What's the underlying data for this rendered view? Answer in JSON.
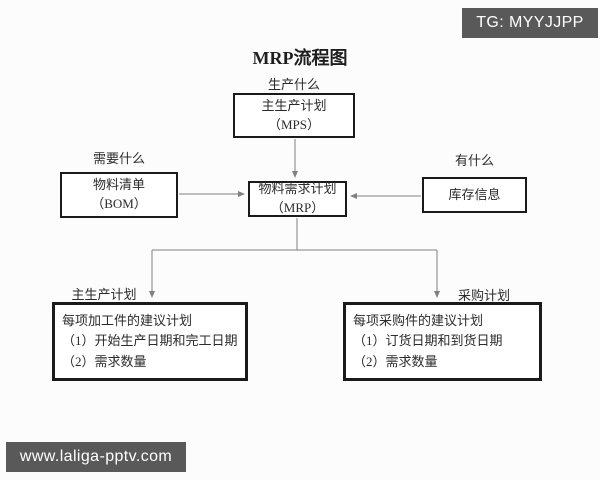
{
  "watermarks": {
    "tg_badge": "TG: MYYJJPP",
    "site_bar": "www.laliga-pptv.com"
  },
  "diagram": {
    "title": "MRP流程图",
    "labels": {
      "produce_what": "生产什么",
      "need_what": "需要什么",
      "have_what": "有什么",
      "master_production_plan": "主生产计划",
      "purchase_plan": "采购计划"
    },
    "nodes": {
      "mps": {
        "lines": [
          "主生产计划",
          "（MPS）"
        ]
      },
      "bom": {
        "lines": [
          "物料清单",
          "（BOM）"
        ]
      },
      "inventory": {
        "lines": [
          "库存信息"
        ]
      },
      "mrp": {
        "lines": [
          "物料需求计划",
          "（MRP）"
        ]
      },
      "production_suggestion": {
        "lines": [
          "每项加工件的建议计划",
          "（1）开始生产日期和完工日期",
          "（2）需求数量"
        ]
      },
      "purchase_suggestion": {
        "lines": [
          "每项采购件的建议计划",
          "（1）订货日期和到货日期",
          "（2）需求数量"
        ]
      }
    },
    "colors": {
      "badge_background": "#595959",
      "badge_text": "#ffffff",
      "box_border": "#1a1a1a",
      "connector_line": "#808080",
      "text": "#2b2b2b",
      "background": "#fcfcfc"
    }
  }
}
